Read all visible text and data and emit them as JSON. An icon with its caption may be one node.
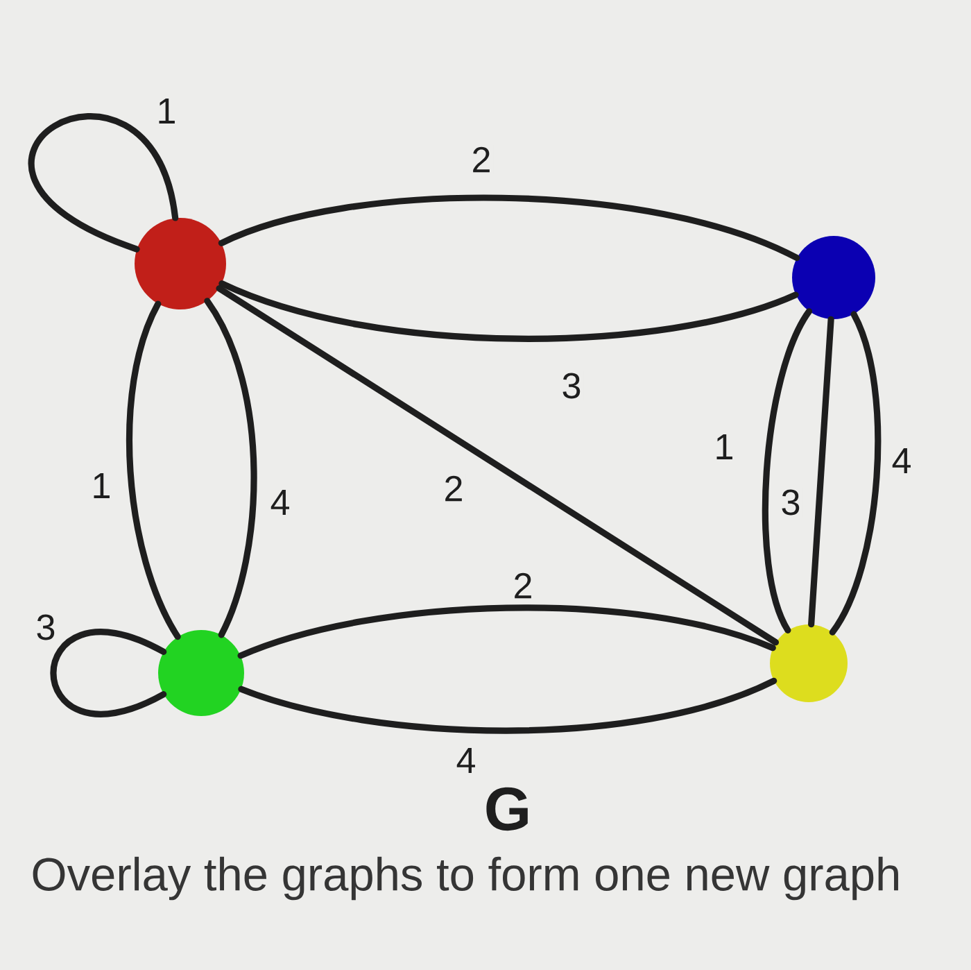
{
  "diagram": {
    "caption": "Overlay the graphs to form one new graph",
    "nodes": [
      {
        "text": [],
        "shape": "circle"
      },
      {
        "text": [],
        "shape": "circle"
      },
      {
        "text": [],
        "shape": "circle"
      },
      {
        "text": [],
        "shape": "circle"
      }
    ],
    "edges": [
      {
        "from": 0,
        "to": 0,
        "arrow": "none",
        "label": "1"
      },
      {
        "from": 0,
        "to": 1,
        "arrow": "none",
        "label": "2"
      },
      {
        "from": 0,
        "to": 1,
        "arrow": "none",
        "label": "3"
      },
      {
        "from": 0,
        "to": 3,
        "arrow": "none",
        "label": "2"
      },
      {
        "from": 0,
        "to": 2,
        "arrow": "none",
        "label": "1"
      },
      {
        "from": 0,
        "to": 2,
        "arrow": "none",
        "label": "4"
      },
      {
        "from": 2,
        "to": 2,
        "arrow": "none",
        "label": "3"
      },
      {
        "from": 2,
        "to": 3,
        "arrow": "none",
        "label": "2"
      },
      {
        "from": 2,
        "to": 3,
        "arrow": "none",
        "label": "4"
      },
      {
        "from": 1,
        "to": 3,
        "arrow": "none",
        "label": "1"
      },
      {
        "from": 1,
        "to": 3,
        "arrow": "none",
        "label": "3"
      },
      {
        "from": 1,
        "to": 3,
        "arrow": "none",
        "label": "4"
      }
    ],
    "labels": [
      "G"
    ]
  }
}
